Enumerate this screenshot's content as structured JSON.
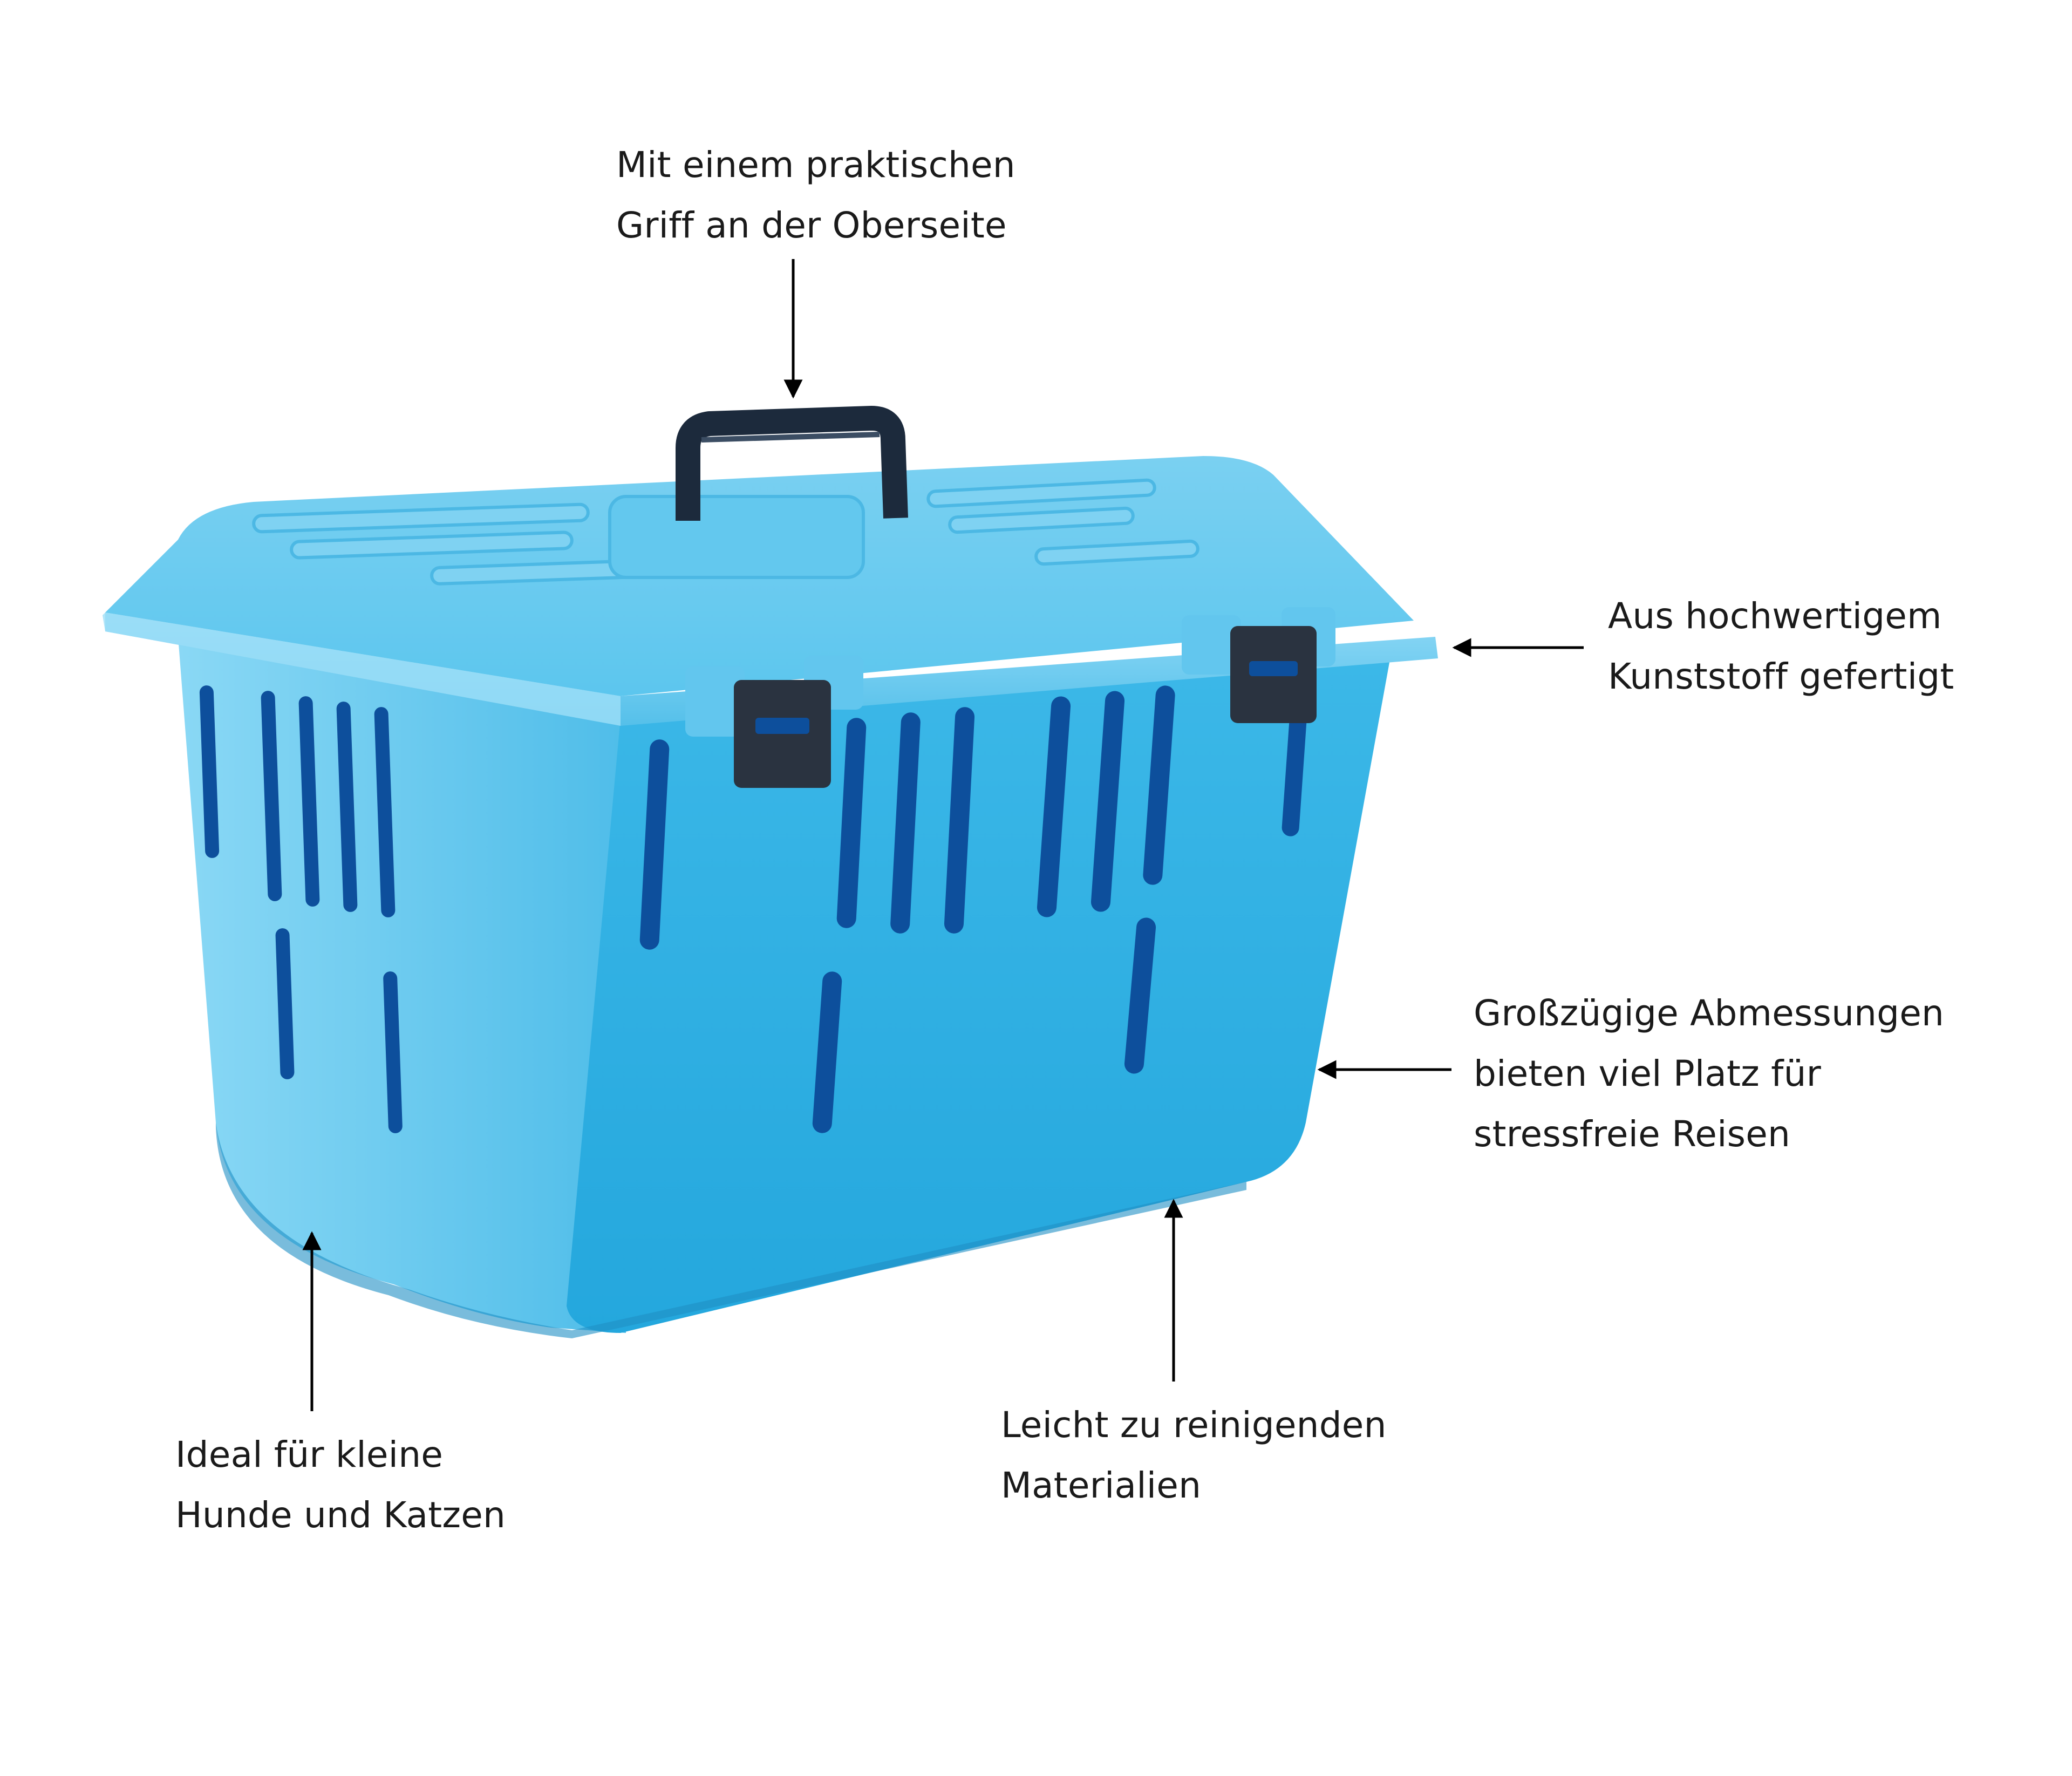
{
  "annotations": {
    "handle": {
      "line1": "Mit einem praktischen",
      "line2": "Griff an der Oberseite"
    },
    "material": {
      "line1": "Aus hochwertigem",
      "line2": "Kunststoff gefertigt"
    },
    "size": {
      "line1": "Großzügige Abmessungen",
      "line2": "bieten viel Platz für",
      "line3": "stressfreie Reisen"
    },
    "clean": {
      "line1": "Leicht zu reinigenden",
      "line2": "Materialien"
    },
    "ideal": {
      "line1": "Ideal für kleine",
      "line2": "Hunde und Katzen"
    }
  },
  "product": {
    "name": "pet-carrier",
    "body_color": "#2fb0e3",
    "lid_color": "#56c3ec",
    "slot_color": "#0d4f9c",
    "handle_color": "#1c2a3c",
    "latch_color": "#2a3340"
  }
}
